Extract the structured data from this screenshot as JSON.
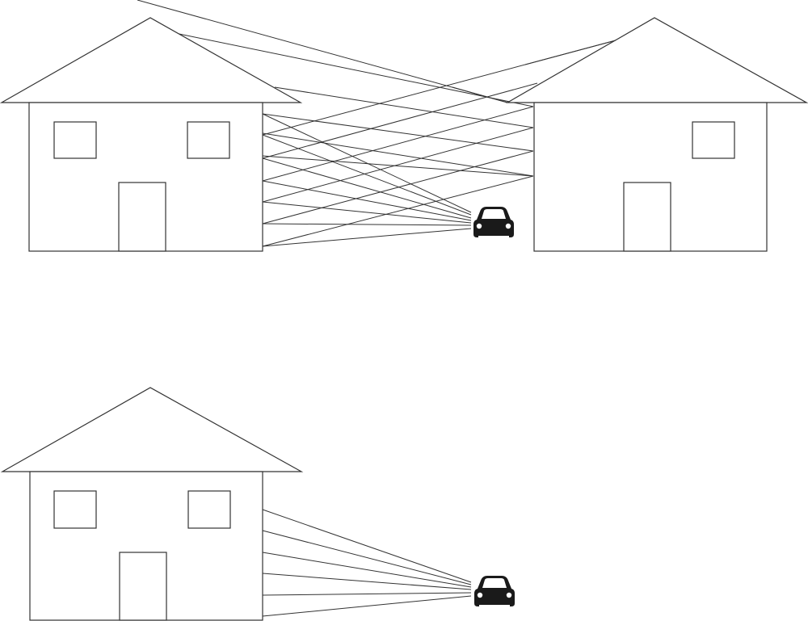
{
  "figure": {
    "panels": [
      {
        "id": "top",
        "description_hidden": "",
        "houses": [
          "left",
          "right"
        ],
        "car": "car-top",
        "signal_paths": [
          "direct",
          "reflected"
        ]
      },
      {
        "id": "bottom",
        "houses": [
          "left"
        ],
        "car": "car-bottom",
        "signal_paths": [
          "direct"
        ]
      }
    ]
  },
  "colors": {
    "line": "#333333",
    "car": "#1a1a1a",
    "background": "#ffffff"
  },
  "icons": {
    "car": "car-icon",
    "house": "house-icon"
  }
}
